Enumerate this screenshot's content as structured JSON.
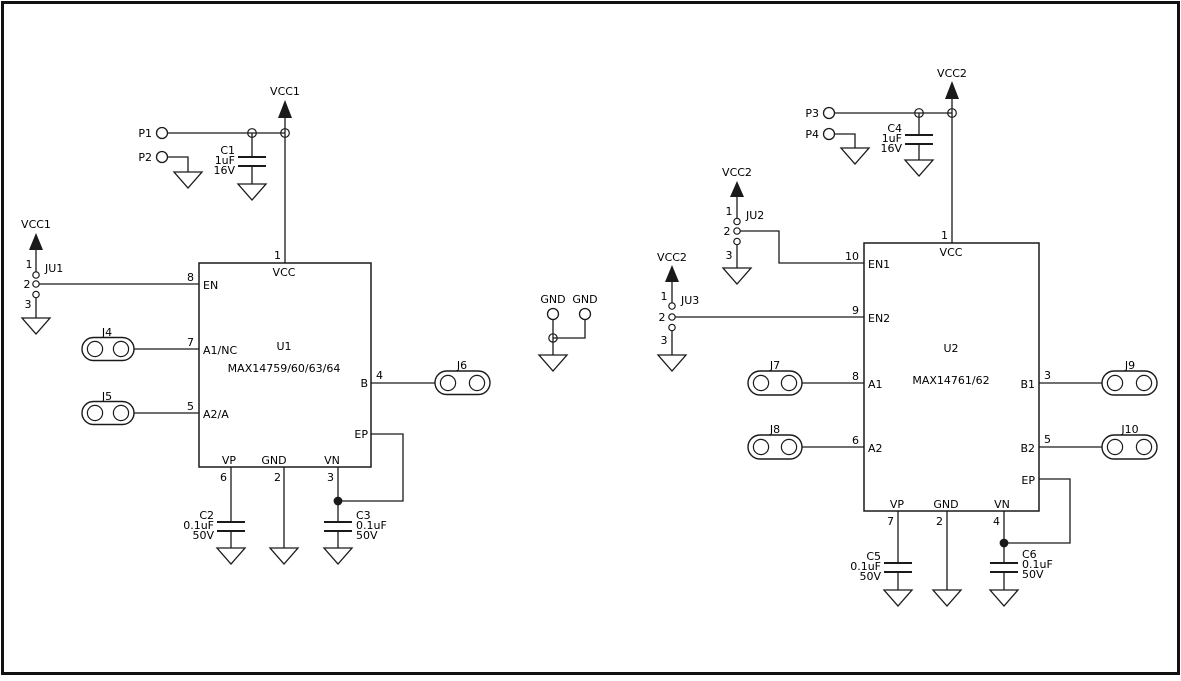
{
  "left": {
    "vcc1_rail_label": "VCC1",
    "p1_label": "P1",
    "p2_label": "P2",
    "c1": {
      "ref": "C1",
      "value": "1uF",
      "voltage": "16V"
    },
    "ju1": {
      "vcc_label": "VCC1",
      "ref": "JU1",
      "pin1": "1",
      "pin2": "2",
      "pin3": "3"
    },
    "u1": {
      "ref": "U1",
      "part": "MAX14759/60/63/64",
      "vcc": {
        "num": "1",
        "name": "VCC"
      },
      "en": {
        "num": "8",
        "name": "EN"
      },
      "a1nc": {
        "num": "7",
        "name": "A1/NC"
      },
      "a2a": {
        "num": "5",
        "name": "A2/A"
      },
      "b": {
        "num": "4",
        "name": "B"
      },
      "ep": {
        "name": "EP"
      },
      "vp": {
        "num": "6",
        "name": "VP"
      },
      "gnd": {
        "num": "2",
        "name": "GND"
      },
      "vn": {
        "num": "3",
        "name": "VN"
      }
    },
    "j4_label": "J4",
    "j5_label": "J5",
    "j6_label": "J6",
    "c2": {
      "ref": "C2",
      "value": "0.1uF",
      "voltage": "50V"
    },
    "c3": {
      "ref": "C3",
      "value": "0.1uF",
      "voltage": "50V"
    }
  },
  "middle": {
    "gnd_tp1_label": "GND",
    "gnd_tp2_label": "GND"
  },
  "right": {
    "vcc2_rail_label": "VCC2",
    "p3_label": "P3",
    "p4_label": "P4",
    "c4": {
      "ref": "C4",
      "value": "1uF",
      "voltage": "16V"
    },
    "ju2": {
      "vcc_label": "VCC2",
      "ref": "JU2",
      "pin1": "1",
      "pin2": "2",
      "pin3": "3"
    },
    "ju3": {
      "vcc_label": "VCC2",
      "ref": "JU3",
      "pin1": "1",
      "pin2": "2",
      "pin3": "3"
    },
    "u2": {
      "ref": "U2",
      "part": "MAX14761/62",
      "vcc": {
        "num": "1",
        "name": "VCC"
      },
      "en1": {
        "num": "10",
        "name": "EN1"
      },
      "en2": {
        "num": "9",
        "name": "EN2"
      },
      "a1": {
        "num": "8",
        "name": "A1"
      },
      "a2": {
        "num": "6",
        "name": "A2"
      },
      "b1": {
        "num": "3",
        "name": "B1"
      },
      "b2": {
        "num": "5",
        "name": "B2"
      },
      "ep": {
        "name": "EP"
      },
      "vp": {
        "num": "7",
        "name": "VP"
      },
      "gnd": {
        "num": "2",
        "name": "GND"
      },
      "vn": {
        "num": "4",
        "name": "VN"
      }
    },
    "j7_label": "J7",
    "j8_label": "J8",
    "j9_label": "J9",
    "j10_label": "J10",
    "c5": {
      "ref": "C5",
      "value": "0.1uF",
      "voltage": "50V"
    },
    "c6": {
      "ref": "C6",
      "value": "0.1uF",
      "voltage": "50V"
    }
  }
}
